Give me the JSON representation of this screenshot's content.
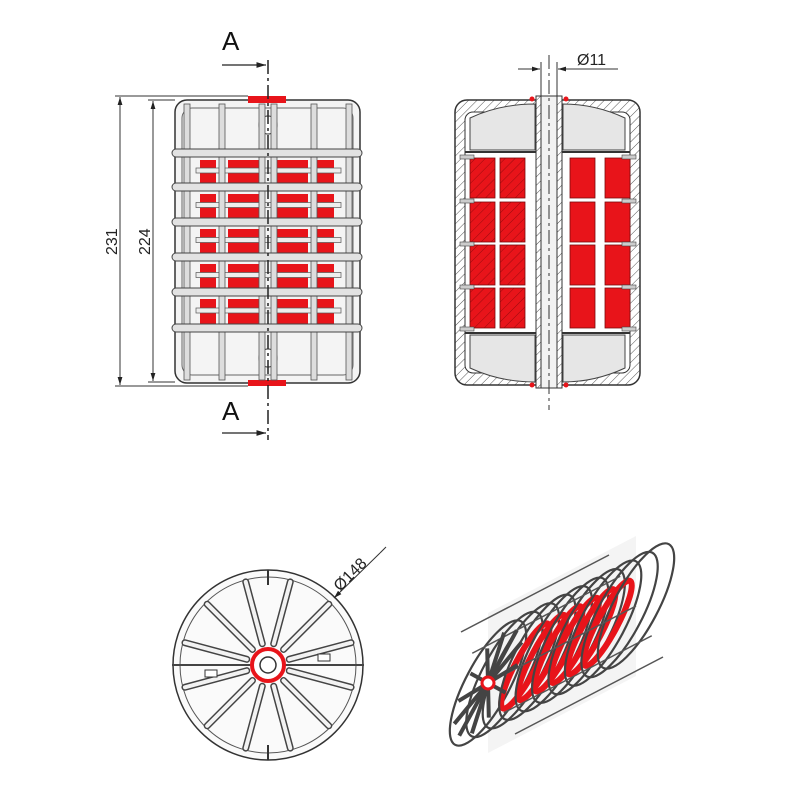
{
  "drawing": {
    "section_label_top": "A",
    "section_label_bottom": "A",
    "dim_overall_height": "231",
    "dim_body_height": "224",
    "dim_shaft_diameter": "Ø11",
    "dim_outer_diameter": "Ø148"
  },
  "colors": {
    "accent": "#e8141a",
    "line": "#333333",
    "hatch": "#555555"
  }
}
